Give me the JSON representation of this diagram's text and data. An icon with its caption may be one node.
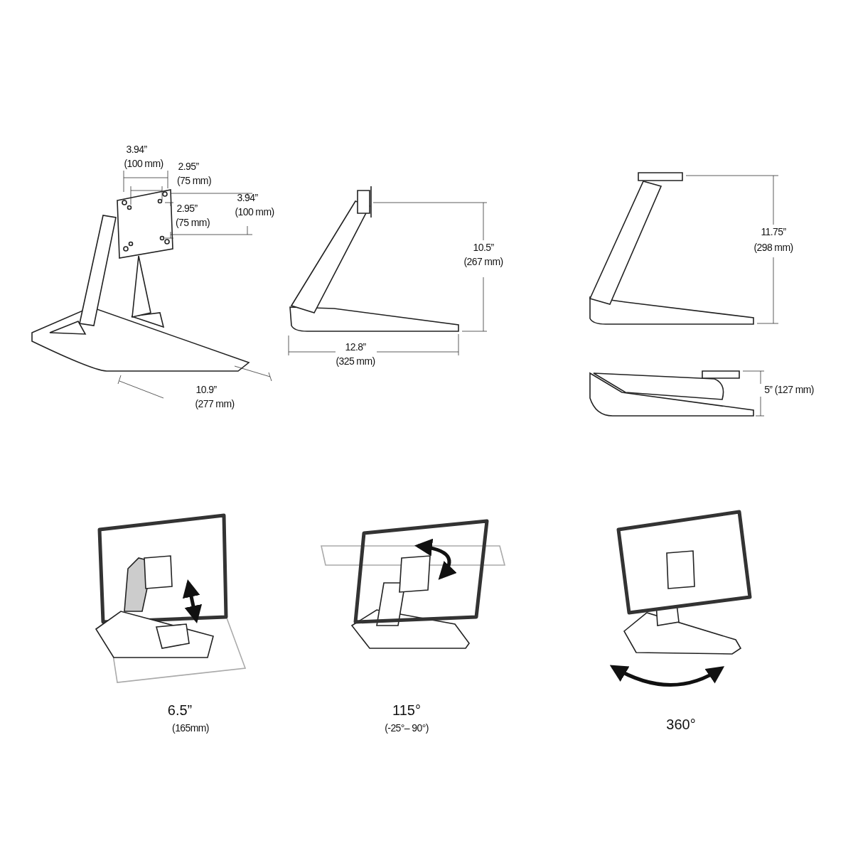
{
  "diagram": {
    "labels": [
      "3.94”",
      "(100 mm)",
      "2.95”",
      "(75 mm)",
      "3.94”",
      "(100 mm)",
      "2.95”",
      "(75 mm)",
      "10.5”",
      "(267 mm)",
      "11.75”",
      "(298 mm)",
      "12.8”",
      "(325 mm)",
      "5” (127 mm)",
      "10.9”",
      "(277 mm)",
      "6.5”",
      "(165mm)",
      "115°",
      "(-25°– 90°)",
      "360°"
    ]
  }
}
